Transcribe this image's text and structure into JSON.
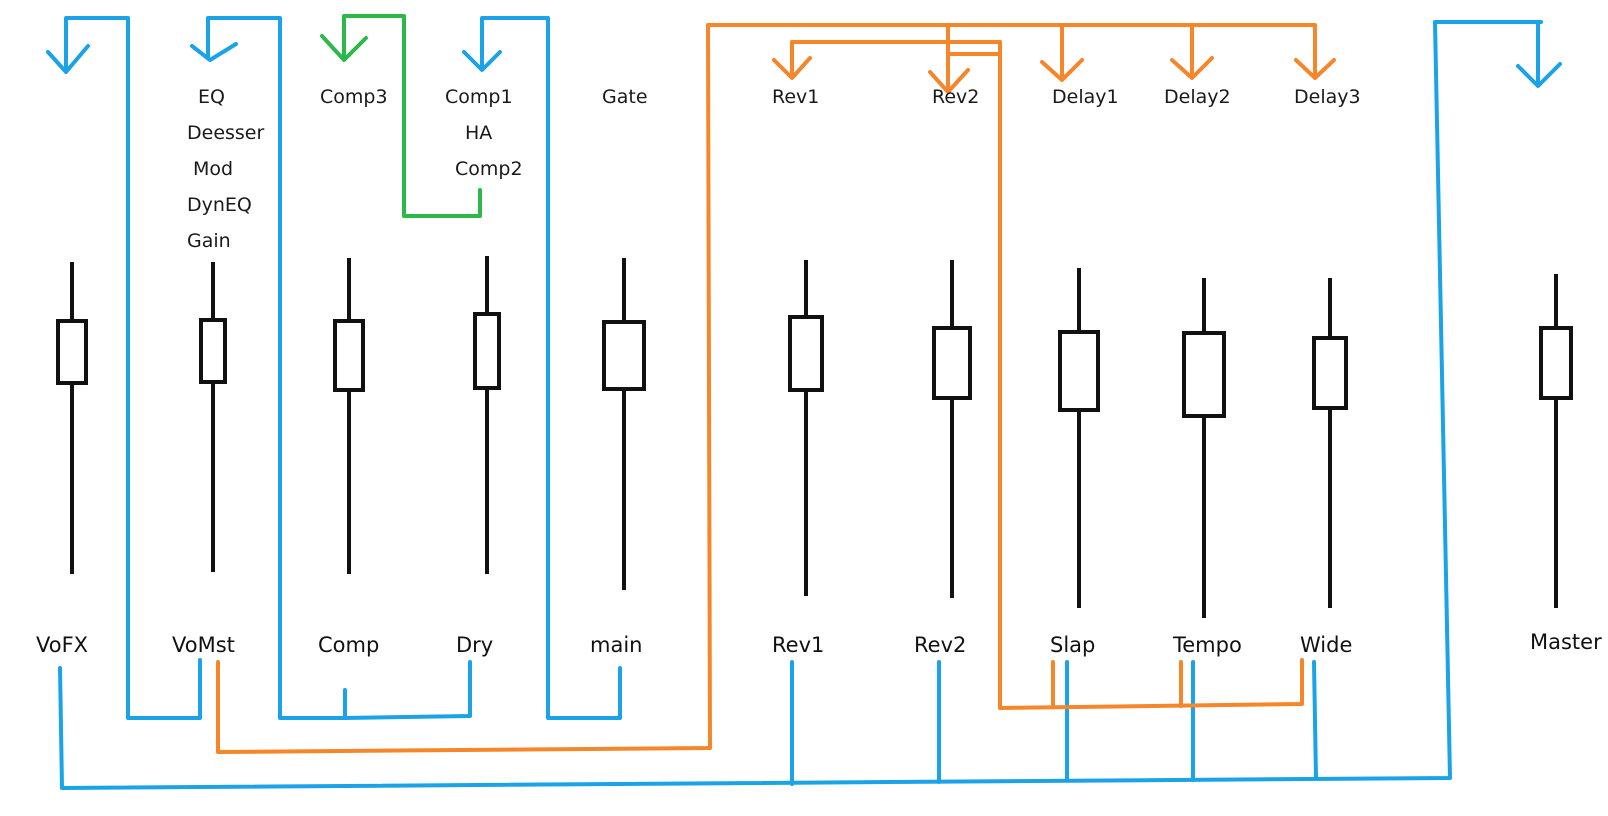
{
  "colors": {
    "background": "#ffffff",
    "fader": "#111111",
    "route_blue": "#1aa3e6",
    "route_orange": "#f5862a",
    "route_green": "#2db84a"
  },
  "channels": [
    {
      "name": "VoFX",
      "plugins": []
    },
    {
      "name": "VoMst",
      "plugins": [
        "EQ",
        "Deesser",
        "Mod",
        "DynEQ",
        "Gain"
      ]
    },
    {
      "name": "Comp",
      "plugins": [
        "Comp3"
      ]
    },
    {
      "name": "Dry",
      "plugins": [
        "Comp1",
        "HA",
        "Comp2"
      ]
    },
    {
      "name": "main",
      "plugins": [
        "Gate"
      ]
    },
    {
      "name": "Rev1",
      "plugins": [
        "Rev1"
      ]
    },
    {
      "name": "Rev2",
      "plugins": [
        "Rev2"
      ]
    },
    {
      "name": "Slap",
      "plugins": [
        "Delay1"
      ]
    },
    {
      "name": "Tempo",
      "plugins": [
        "Delay2"
      ]
    },
    {
      "name": "Wide",
      "plugins": [
        "Delay3"
      ]
    },
    {
      "name": "Master",
      "plugins": []
    }
  ]
}
